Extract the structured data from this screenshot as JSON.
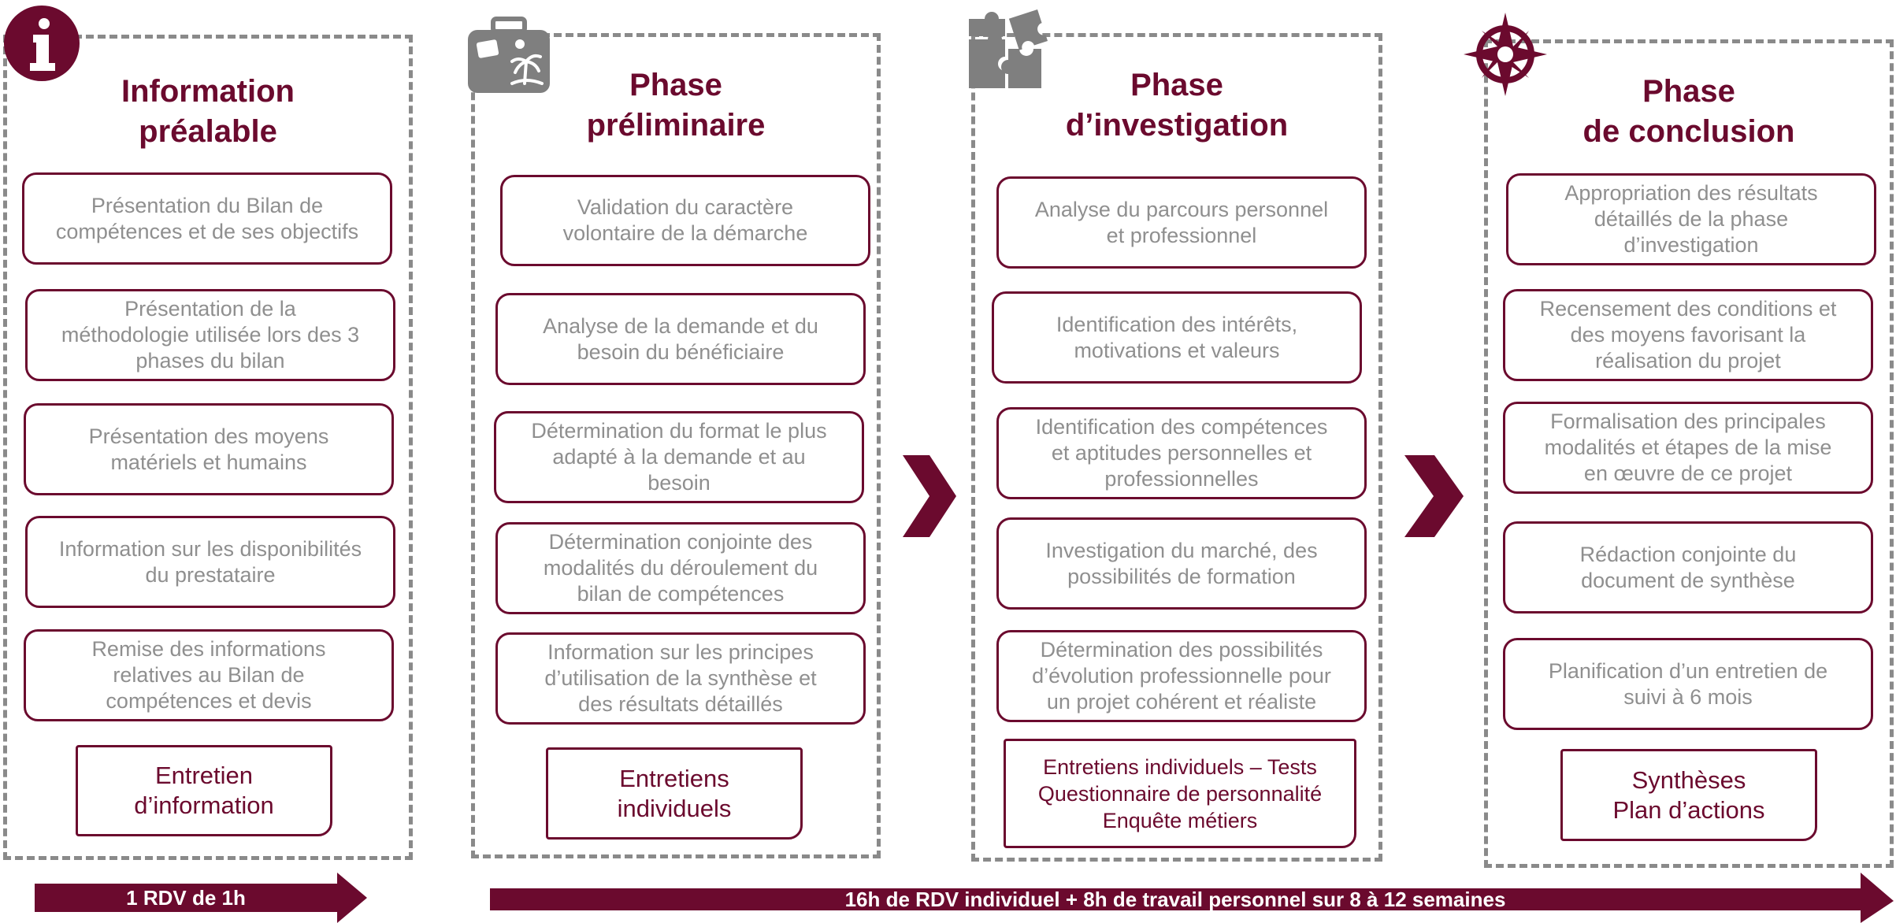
{
  "colors": {
    "accent": "#6b0a2e",
    "text_gray": "#8f8f8f",
    "border_gray": "#8a8a8a",
    "icon_gray": "#7f7f7f"
  },
  "columns": [
    {
      "title": "Information\npréalable",
      "icon": "info-icon",
      "items": [
        "Présentation du Bilan de\ncompétences et de ses objectifs",
        "Présentation de la\nméthodologie utilisée lors des 3\nphases du bilan",
        "Présentation des moyens\nmatériels et humains",
        "Information sur les disponibilités\ndu prestataire",
        "Remise des informations\nrelatives au Bilan de\ncompétences et devis"
      ],
      "footer": "Entretien\nd’information"
    },
    {
      "title": "Phase\npréliminaire",
      "icon": "suitcase-icon",
      "items": [
        "Validation du caractère\nvolontaire de la démarche",
        "Analyse de la demande et du\nbesoin du bénéficiaire",
        "Détermination du format le plus\nadapté à la demande et au\nbesoin",
        "Détermination conjointe des\nmodalités du déroulement du\nbilan de compétences",
        "Information sur les principes\nd’utilisation de la synthèse et\ndes résultats détaillés"
      ],
      "footer": "Entretiens\nindividuels"
    },
    {
      "title": "Phase\nd’investigation",
      "icon": "puzzle-icon",
      "items": [
        "Analyse du parcours personnel\net professionnel",
        "Identification des intérêts,\nmotivations et valeurs",
        "Identification des compétences\net aptitudes personnelles et\nprofessionnelles",
        "Investigation du marché, des\npossibilités de formation",
        "Détermination des possibilités\nd’évolution professionnelle pour\nun projet cohérent et réaliste"
      ],
      "footer": "Entretiens individuels – Tests\nQuestionnaire de personnalité\nEnquête métiers"
    },
    {
      "title": "Phase\nde conclusion",
      "icon": "compass-rose-icon",
      "items": [
        "Appropriation des résultats\ndétaillés de la phase\nd’investigation",
        "Recensement des conditions et\ndes moyens favorisant la\nréalisation du projet",
        "Formalisation des principales\nmodalités et étapes de la mise\nen œuvre de ce projet",
        "Rédaction conjointe du\ndocument de synthèse",
        "Planification d’un entretien de\nsuivi à 6 mois"
      ],
      "footer": "Synthèses\nPlan d’actions"
    }
  ],
  "timeline": {
    "left": "1 RDV de 1h",
    "right": "16h de RDV individuel + 8h de travail personnel sur 8 à 12 semaines"
  }
}
